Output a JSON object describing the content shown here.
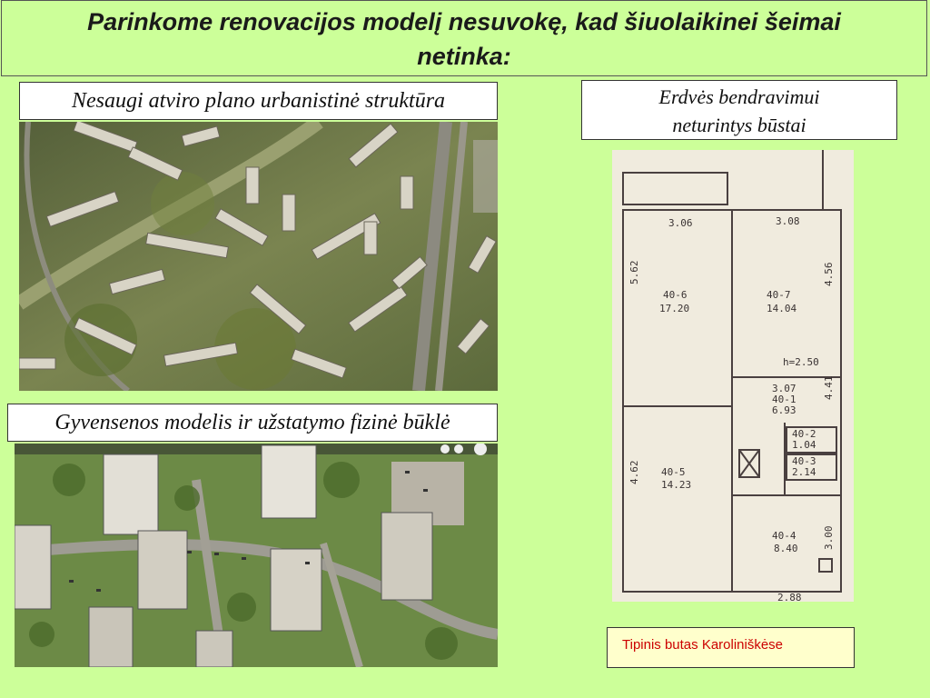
{
  "slide": {
    "title": "Parinkome renovacijos modelį nesuvokę, kad šiuolaikinei šeimai netinka:",
    "label_urban": "Nesaugi atviro plano urbanistinė struktūra",
    "label_lifestyle": "Gyvensenos modelis ir užstatymo fizinė būklė",
    "label_space_line1": "Erdvės bendravimui",
    "label_space_line2": "neturintys būstai",
    "caption": "Tipinis butas Karoliniškėse"
  },
  "floor_plan": {
    "labels": [
      "3.06",
      "3.08",
      "5.62",
      "4.56",
      "40-6",
      "17.20",
      "40-7",
      "14.04",
      "h=2.50",
      "3.07",
      "40-1",
      "6.93",
      "4.41",
      "40-2",
      "1.04",
      "40-3",
      "2.14",
      "40-5",
      "14.23",
      "4.62",
      "40-4",
      "8.40",
      "3.00",
      "2.88"
    ]
  },
  "colors": {
    "background": "#ccff99",
    "caption_text": "#cc0000",
    "caption_bg": "#ffffcc"
  }
}
